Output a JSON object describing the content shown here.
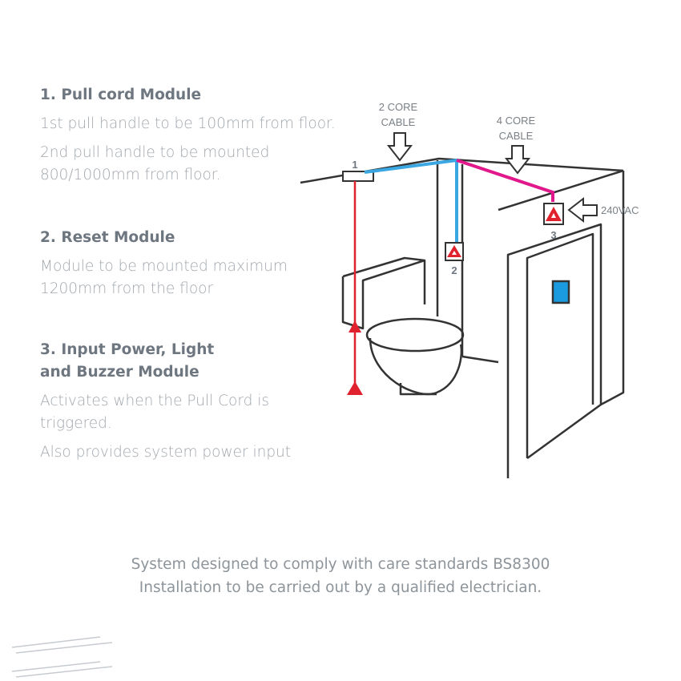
{
  "sections": [
    {
      "heading": "1. Pull cord Module",
      "lines": [
        "1st pull handle to be 100mm from floor.",
        "2nd pull handle to be mounted 800/1000mm from floor."
      ]
    },
    {
      "heading": "2. Reset Module",
      "lines": [
        "Module to be mounted maximum 1200mm from the floor"
      ]
    },
    {
      "heading": "3. Input Power, Light and Buzzer Module",
      "lines": [
        "Activates when the Pull Cord is triggered.",
        "Also provides system power input"
      ]
    }
  ],
  "diagram": {
    "cable_2core_line1": "2 CORE",
    "cable_2core_line2": "CABLE",
    "cable_4core_line1": "4 CORE",
    "cable_4core_line2": "CABLE",
    "power_label": "240VAC",
    "marker_1": "1",
    "marker_2": "2",
    "marker_3": "3",
    "colors": {
      "two_core_cable": "#3aa7e3",
      "four_core_cable": "#e0188c",
      "pull_cord": "#e0222e",
      "light_module": "#1a9be0",
      "outline": "#333333"
    }
  },
  "footer": {
    "line1": "System designed to comply with care standards BS8300",
    "line2": "Installation to be carried out by a qualified electrician."
  }
}
